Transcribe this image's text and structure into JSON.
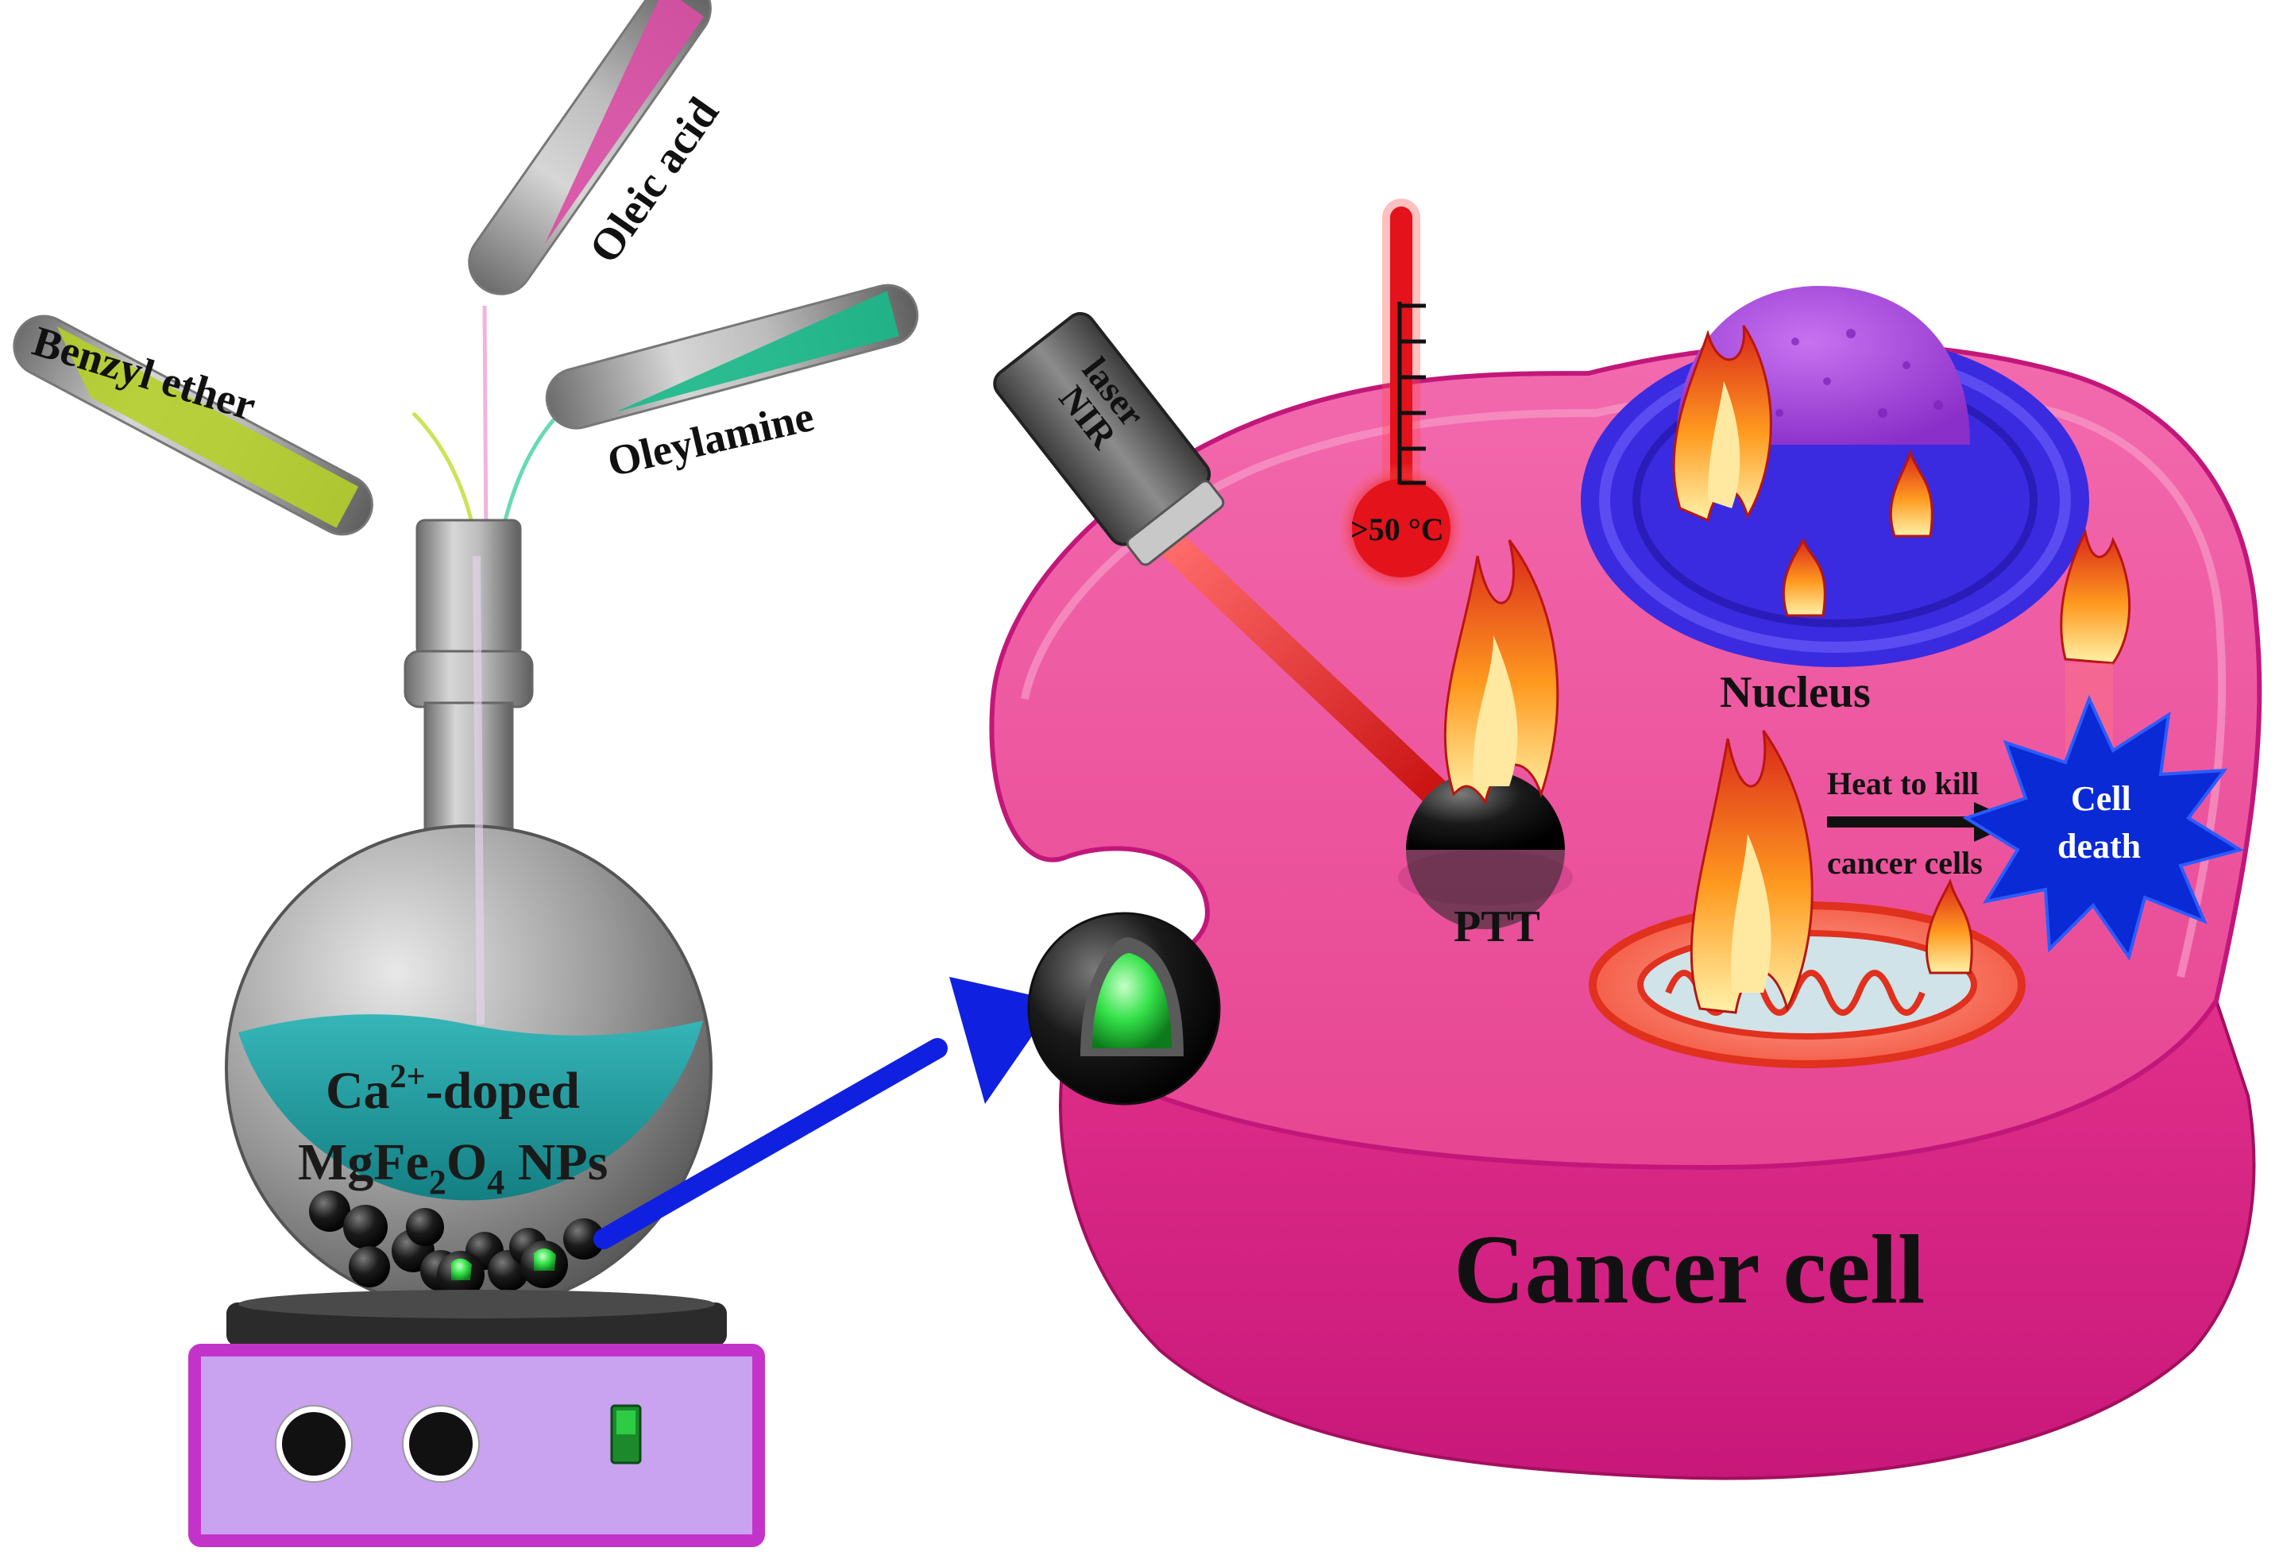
{
  "reagents": [
    {
      "label": "Benzyl ether",
      "color": "#b9d02b"
    },
    {
      "label": "Oleic acid",
      "color": "#d94ea4"
    },
    {
      "label": "Oleylamine",
      "color": "#19b98a"
    }
  ],
  "flask": {
    "product_line1_prefix": "Ca",
    "product_line1_sup": "2+",
    "product_line1_suffix": "-doped",
    "product_line2_a": "MgFe",
    "product_line2_sub1": "2",
    "product_line2_b": "O",
    "product_line2_sub2": "4",
    "product_line2_c": " NPs",
    "liquid_color": "#2aa3a6"
  },
  "laser": {
    "line1": "NIR",
    "line2": "laser",
    "beam_color": "#e01818"
  },
  "thermometer": {
    "label": ">50 °C",
    "color": "#e3121b"
  },
  "cell": {
    "title": "Cancer cell",
    "nucleus_label": "Nucleus",
    "ptt_label": "PTT",
    "arrow_text_line1": "Heat to kill",
    "arrow_text_line2": "cancer cells",
    "death_line1": "Cell",
    "death_line2": "death",
    "membrane_color": "#ea3e9a",
    "death_color": "#0a2ad6"
  },
  "colors": {
    "hotplate_body": "#c9a2f0",
    "hotplate_frame": "#c433c9",
    "transfer_arrow": "#1020e0",
    "nanoparticle_core": "#35e24a"
  }
}
